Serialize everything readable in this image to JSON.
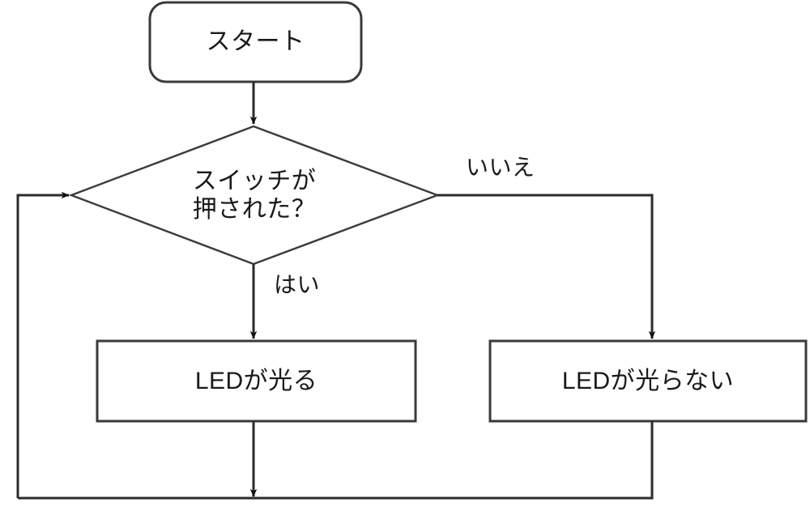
{
  "diagram": {
    "title": "LED switch flowchart",
    "background_color": "#ffffff",
    "stroke_color": "#2b2b2b",
    "text_color": "#1a1a1a",
    "nodes": [
      {
        "id": "start",
        "shape": "rounded-rectangle",
        "label": "スタート"
      },
      {
        "id": "decision",
        "shape": "diamond",
        "label": "スイッチが\n押された？"
      },
      {
        "id": "led-on",
        "shape": "rectangle",
        "label": "LEDが光る"
      },
      {
        "id": "led-off",
        "shape": "rectangle",
        "label": "LEDが光らない"
      }
    ],
    "edges": [
      {
        "id": "start-to-decision",
        "from": "start",
        "to": "decision",
        "label": ""
      },
      {
        "id": "decision-yes",
        "from": "decision",
        "to": "led-on",
        "label": "はい"
      },
      {
        "id": "decision-no",
        "from": "decision",
        "to": "led-off",
        "label": "いいえ"
      },
      {
        "id": "led-on-to-loop",
        "from": "led-on",
        "to": "decision",
        "label": ""
      },
      {
        "id": "led-off-to-loop",
        "from": "led-off",
        "to": "decision",
        "label": ""
      }
    ]
  }
}
